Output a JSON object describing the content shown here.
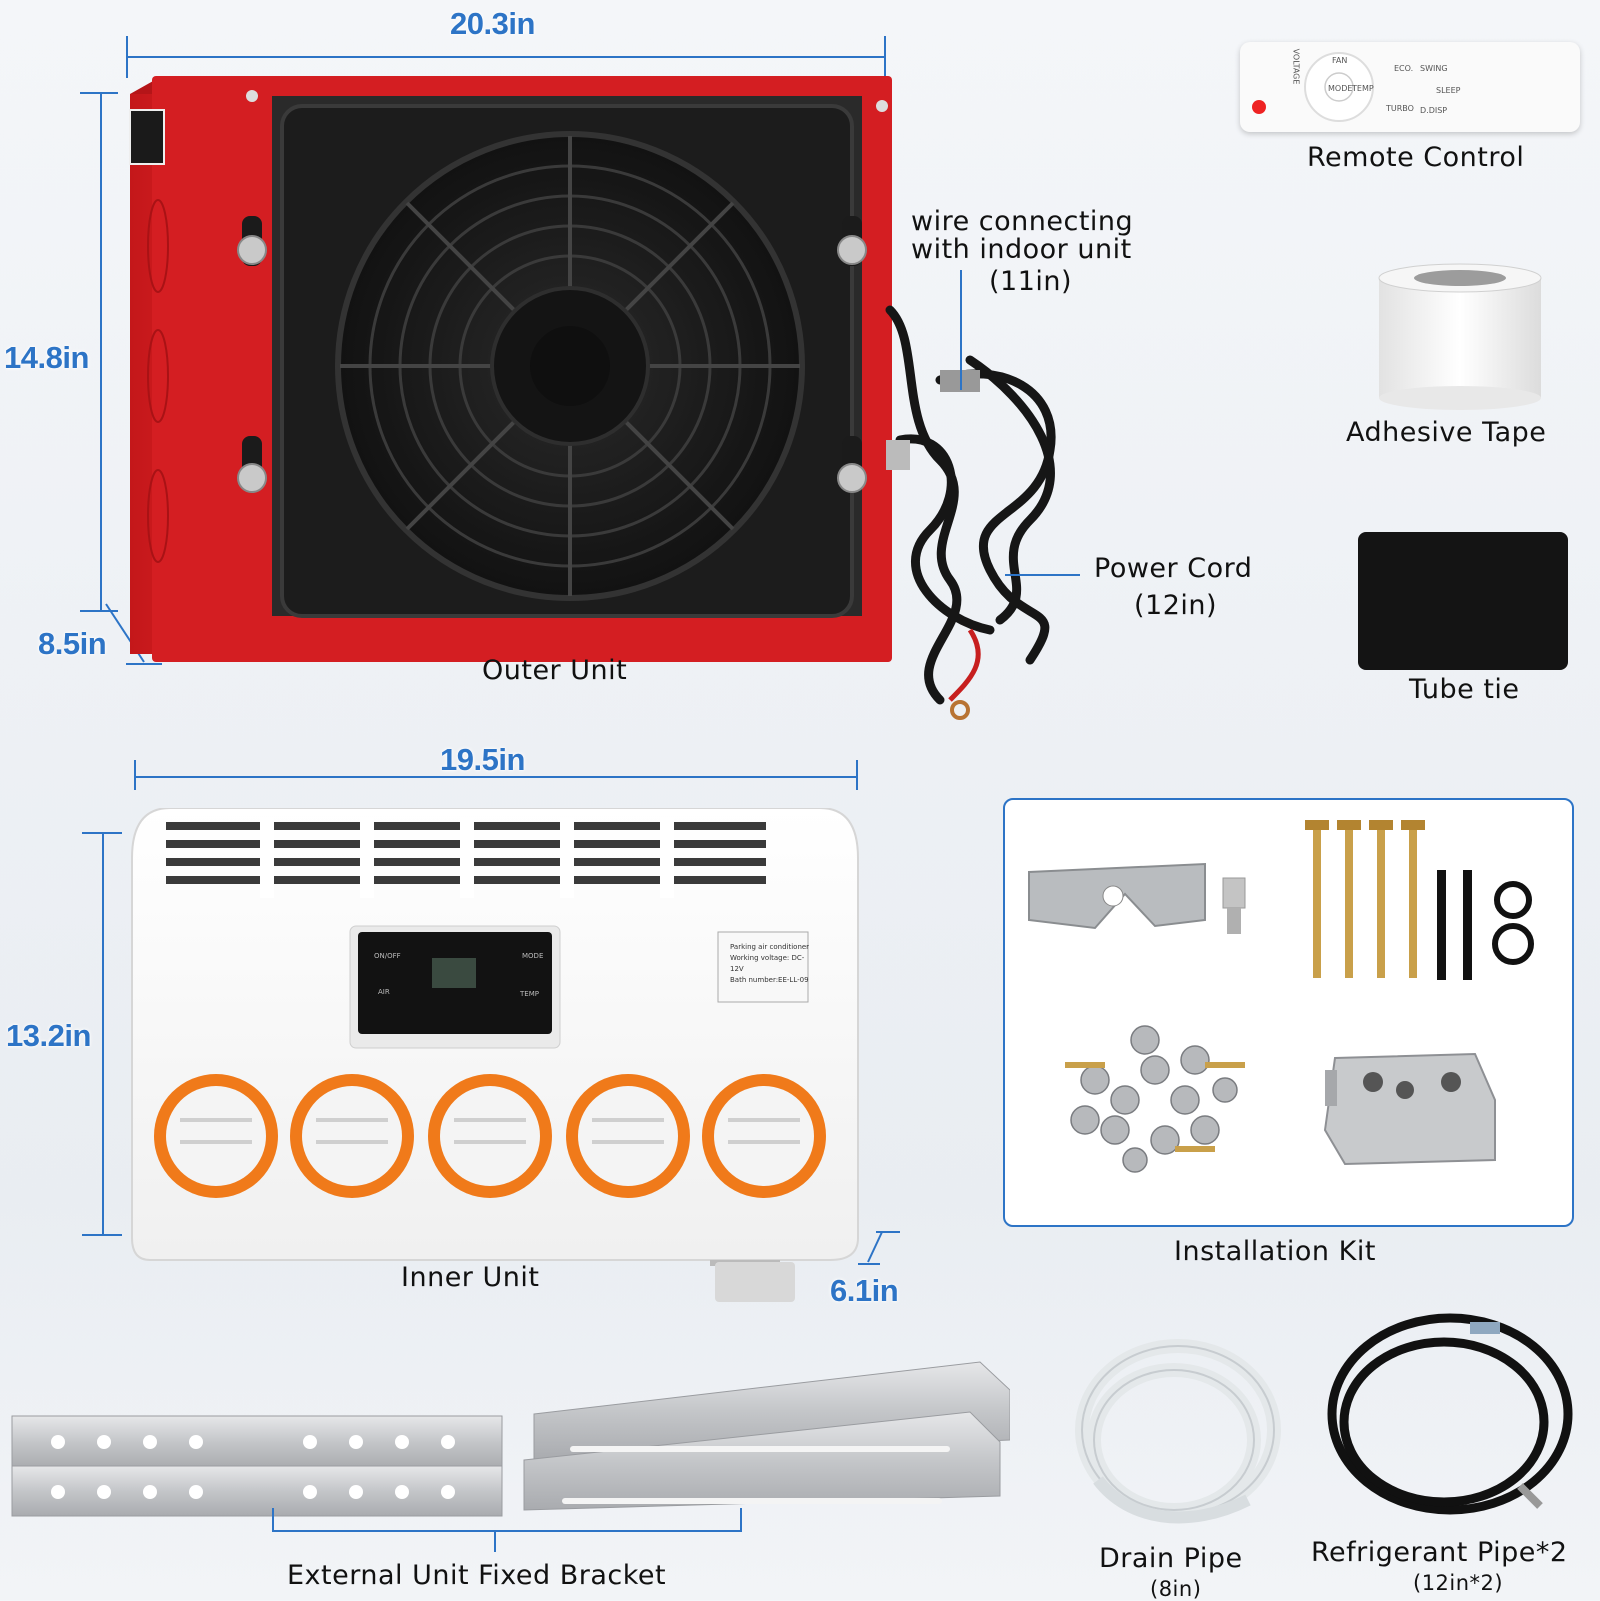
{
  "dimensions": {
    "outer_width": "20.3in",
    "outer_height": "14.8in",
    "outer_depth": "8.5in",
    "inner_width": "19.5in",
    "inner_height": "13.2in",
    "inner_depth": "6.1in"
  },
  "labels": {
    "outer_unit": "Outer Unit",
    "inner_unit": "Inner Unit",
    "remote_control": "Remote Control",
    "adhesive_tape": "Adhesive Tape",
    "tube_tie": "Tube tie",
    "installation_kit": "Installation Kit",
    "wire_line1": "wire connecting",
    "wire_line2": "with indoor unit",
    "wire_line3": "(11in)",
    "power_cord": "Power Cord",
    "power_cord_len": "(12in)",
    "bracket": "External Unit Fixed Bracket",
    "drain_pipe": "Drain Pipe",
    "drain_pipe_len": "(8in)",
    "refrigerant_pipe": "Refrigerant Pipe*2",
    "refrigerant_pipe_len": "(12in*2)"
  },
  "remote_buttons": [
    "VOLTAGE",
    "FAN",
    "MODE",
    "TEMP",
    "ECO.",
    "SWING",
    "SLEEP",
    "TURBO",
    "D.DISP"
  ],
  "inner_panel": {
    "sticker_title": "Parking air conditioner",
    "sticker_voltage": "Working voltage: DC-12V",
    "sticker_batch": "Bath number:EE-LL-09",
    "btn_onoff": "ON/OFF",
    "btn_mode": "MODE",
    "btn_air": "AIR",
    "btn_temp": "TEMP"
  },
  "colors": {
    "accent_blue": "#2d74c6",
    "outer_red": "#d21c1c",
    "vent_orange": "#f07a1a"
  }
}
